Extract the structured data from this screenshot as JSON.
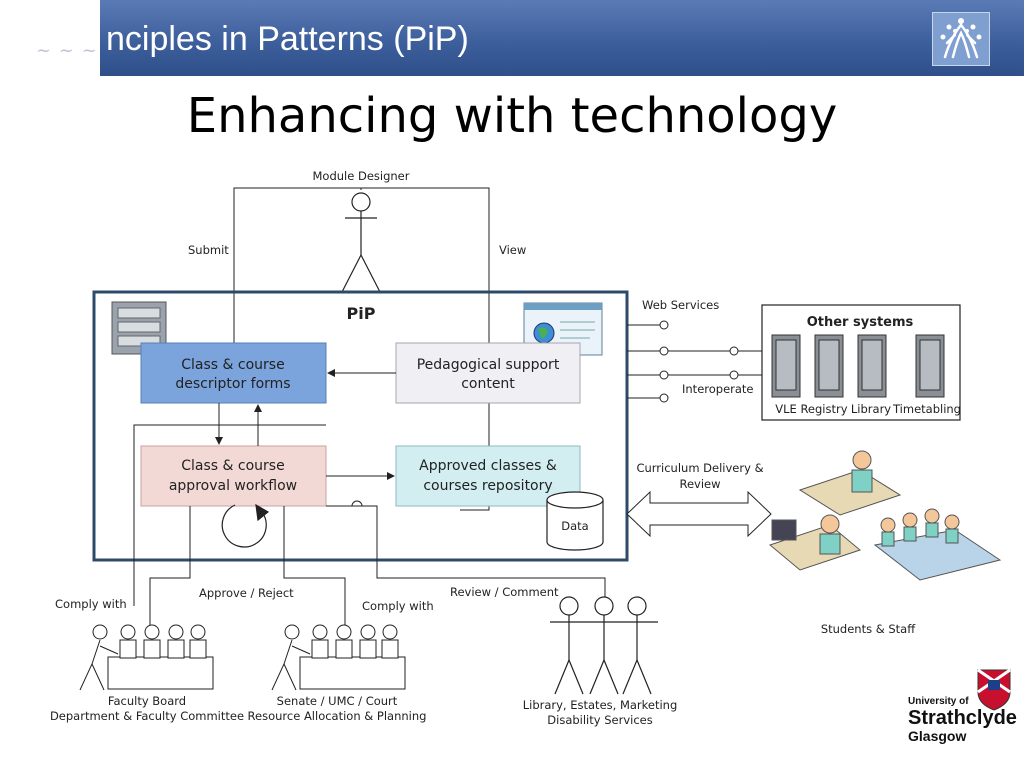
{
  "header": {
    "banner_title": "nciples in Patterns (PiP)"
  },
  "slide": {
    "title": "Enhancing with technology"
  },
  "diagram": {
    "module_designer": "Module Designer",
    "submit": "Submit",
    "view": "View",
    "pip_label": "PiP",
    "class_descriptor_line1": "Class & course",
    "class_descriptor_line2": "descriptor forms",
    "pedagogical_line1": "Pedagogical support",
    "pedagogical_line2": "content",
    "approval_line1": "Class & course",
    "approval_line2": "approval workflow",
    "approved_line1": "Approved classes &",
    "approved_line2": "courses repository",
    "data": "Data",
    "web_services": "Web Services",
    "interoperate": "Interoperate",
    "other_systems": "Other systems",
    "systems": [
      "VLE",
      "Registry",
      "Library",
      "Timetabling"
    ],
    "curriculum_line1": "Curriculum Delivery &",
    "curriculum_line2": "Review",
    "students_staff": "Students & Staff",
    "approve_reject": "Approve / Reject",
    "comply_with_left": "Comply with",
    "comply_with_right": "Comply with",
    "review_comment": "Review / Comment",
    "faculty_line1": "Faculty Board",
    "faculty_line2": "Department & Faculty Committee",
    "senate_line1": "Senate / UMC / Court",
    "senate_line2": "Resource Allocation & Planning",
    "library_line1": "Library, Estates, Marketing",
    "library_line2": "Disability Services"
  },
  "logo": {
    "univ_line1": "University of",
    "univ_line2": "Strathclyde",
    "univ_line3": "Glasgow"
  },
  "colors": {
    "banner": "#3d5f9b",
    "descriptor_fill": "#7ba3dc",
    "pedagogical_fill": "#f0eff3",
    "approval_fill": "#f2d9d5",
    "approved_fill": "#d3eef1",
    "pip_border": "#2e4a6b"
  }
}
